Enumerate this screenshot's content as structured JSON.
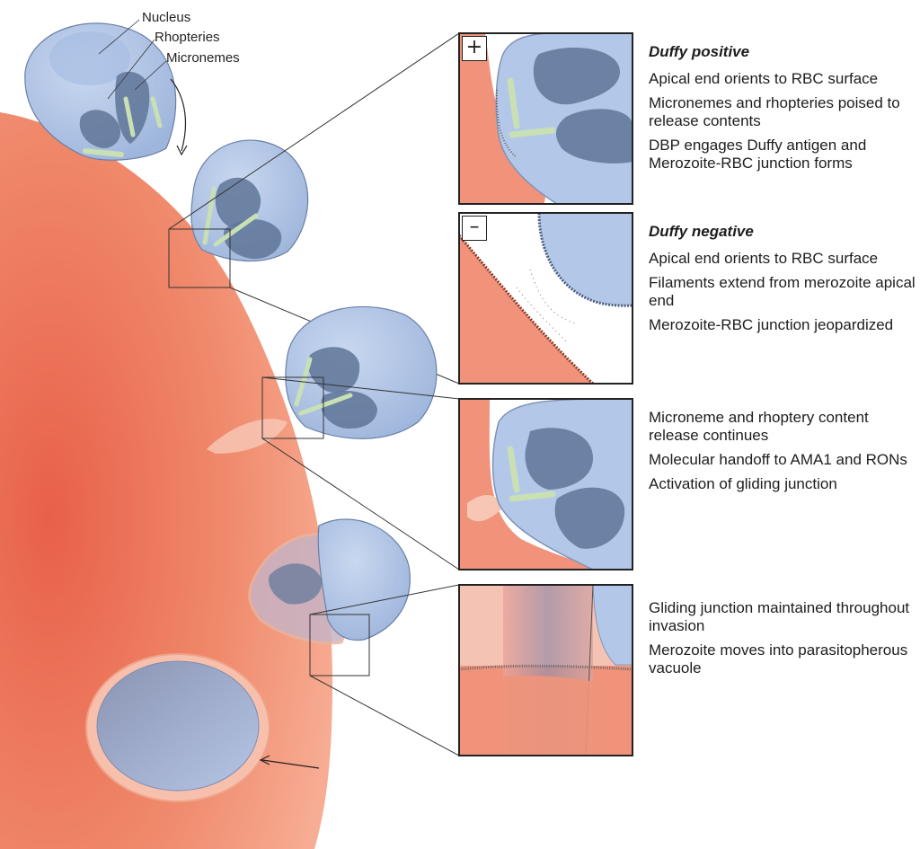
{
  "labels": {
    "nucleus": "Nucleus",
    "rhopteries": "Rhopteries",
    "micronemes": "Micronemes"
  },
  "panels": [
    {
      "sign": "+",
      "heading": "Duffy positive",
      "lines": [
        "Apical end orients to RBC surface",
        "Micronemes and rhopteries poised to release contents",
        "DBP engages Duffy antigen and Merozoite-RBC junction forms"
      ]
    },
    {
      "sign": "–",
      "heading": "Duffy negative",
      "lines": [
        "Apical end orients to RBC surface",
        "Filaments extend from merozoite apical end",
        "Merozoite-RBC junction jeopardized"
      ]
    },
    {
      "sign": "",
      "heading": "",
      "lines": [
        "Microneme and rhoptery content release continues",
        "Molecular handoff to AMA1 and RONs",
        "Activation of gliding junction"
      ]
    },
    {
      "sign": "",
      "heading": "",
      "lines": [
        "Gliding junction maintained throughout invasion",
        "Merozoite moves into parasitopherous vacuole"
      ]
    }
  ],
  "colors": {
    "rbc": "#f0876a",
    "rbc_light": "#f6a88e",
    "merozoite": "#b3c8e8",
    "rhoptery": "#5f7698",
    "microneme": "#c8e0b4",
    "outline": "#222222"
  }
}
